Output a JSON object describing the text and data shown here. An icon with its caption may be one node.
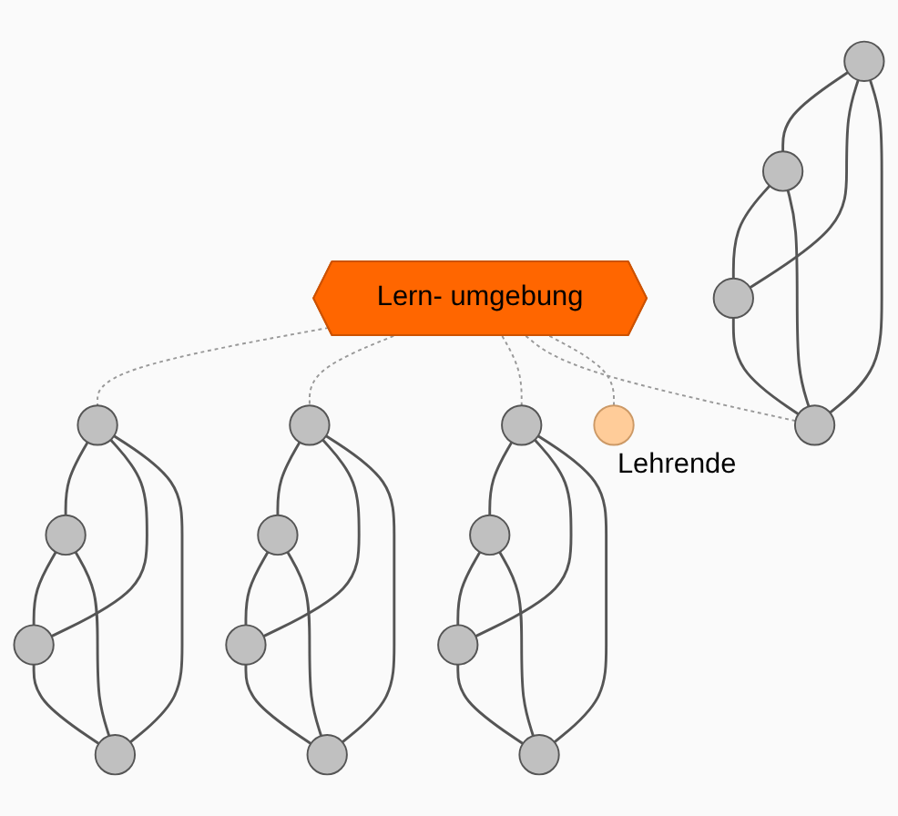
{
  "diagram": {
    "nodes": [
      {
        "text": [
          "Lern- umgebung"
        ]
      },
      {
        "text": [],
        "shape": "circle"
      },
      {
        "text": [],
        "shape": "circle"
      },
      {
        "text": [],
        "shape": "circle"
      },
      {
        "text": [],
        "shape": "circle"
      },
      {
        "text": [],
        "shape": "circle"
      },
      {
        "text": [],
        "shape": "circle"
      },
      {
        "text": [],
        "shape": "circle"
      },
      {
        "text": [],
        "shape": "circle"
      },
      {
        "text": [],
        "shape": "circle"
      },
      {
        "text": [],
        "shape": "circle"
      },
      {
        "text": [],
        "shape": "circle"
      },
      {
        "text": [],
        "shape": "circle"
      },
      {
        "text": [],
        "shape": "circle"
      },
      {
        "text": [],
        "shape": "circle"
      },
      {
        "text": [],
        "shape": "circle"
      },
      {
        "text": [],
        "shape": "circle"
      },
      {
        "text": [],
        "shape": "circle",
        "beside": [
          "Lehrende"
        ]
      }
    ],
    "edges": [
      {
        "from": 1,
        "to": 2,
        "arrow": "none"
      },
      {
        "from": 1,
        "to": 3,
        "arrow": "none"
      },
      {
        "from": 1,
        "to": 4,
        "arrow": "none"
      },
      {
        "from": 2,
        "to": 3,
        "arrow": "none"
      },
      {
        "from": 2,
        "to": 4,
        "arrow": "none"
      },
      {
        "from": 3,
        "to": 4,
        "arrow": "none"
      },
      {
        "from": 5,
        "to": 6,
        "arrow": "none"
      },
      {
        "from": 5,
        "to": 7,
        "arrow": "none"
      },
      {
        "from": 5,
        "to": 8,
        "arrow": "none"
      },
      {
        "from": 6,
        "to": 7,
        "arrow": "none"
      },
      {
        "from": 6,
        "to": 8,
        "arrow": "none"
      },
      {
        "from": 7,
        "to": 8,
        "arrow": "none"
      },
      {
        "from": 9,
        "to": 10,
        "arrow": "none"
      },
      {
        "from": 9,
        "to": 11,
        "arrow": "none"
      },
      {
        "from": 9,
        "to": 12,
        "arrow": "none"
      },
      {
        "from": 10,
        "to": 11,
        "arrow": "none"
      },
      {
        "from": 10,
        "to": 12,
        "arrow": "none"
      },
      {
        "from": 11,
        "to": 12,
        "arrow": "none"
      },
      {
        "from": 13,
        "to": 14,
        "arrow": "none"
      },
      {
        "from": 13,
        "to": 15,
        "arrow": "none"
      },
      {
        "from": 13,
        "to": 16,
        "arrow": "none"
      },
      {
        "from": 14,
        "to": 15,
        "arrow": "none"
      },
      {
        "from": 14,
        "to": 16,
        "arrow": "none"
      },
      {
        "from": 15,
        "to": 16,
        "arrow": "none"
      },
      {
        "from": 0,
        "to": 1,
        "arrow": "none",
        "style": "dashed",
        "color": "#999999"
      },
      {
        "from": 0,
        "to": 5,
        "arrow": "none",
        "style": "dashed",
        "color": "#999999"
      },
      {
        "from": 0,
        "to": 9,
        "arrow": "none",
        "style": "dashed",
        "color": "#999999"
      },
      {
        "from": 0,
        "to": 16,
        "arrow": "none",
        "style": "dashed",
        "color": "#999999"
      },
      {
        "from": 0,
        "to": 17,
        "arrow": "none",
        "style": "dashed",
        "color": "#999999"
      }
    ]
  }
}
